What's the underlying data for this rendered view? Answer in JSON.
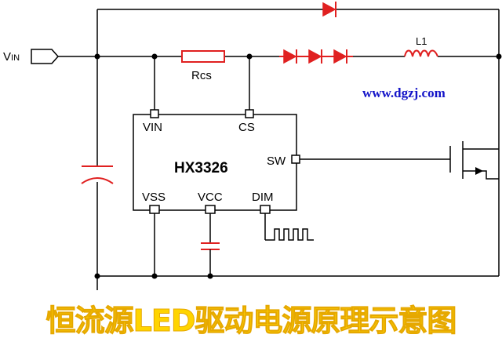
{
  "labels": {
    "vin_terminal": "V",
    "vin_terminal_sub": "IN",
    "rcs": "Rcs",
    "l1": "L1",
    "website": "www.dgzj.com",
    "chip_name": "HX3326"
  },
  "pins": {
    "vin": "VIN",
    "cs": "CS",
    "sw": "SW",
    "vss": "VSS",
    "vcc": "VCC",
    "dim": "DIM"
  },
  "caption": "恒流源LED驱动电源原理示意图",
  "colors": {
    "wire": "#000000",
    "component_red": "#e02020",
    "website_blue": "#1414c8",
    "caption_yellow": "#ffd400"
  }
}
